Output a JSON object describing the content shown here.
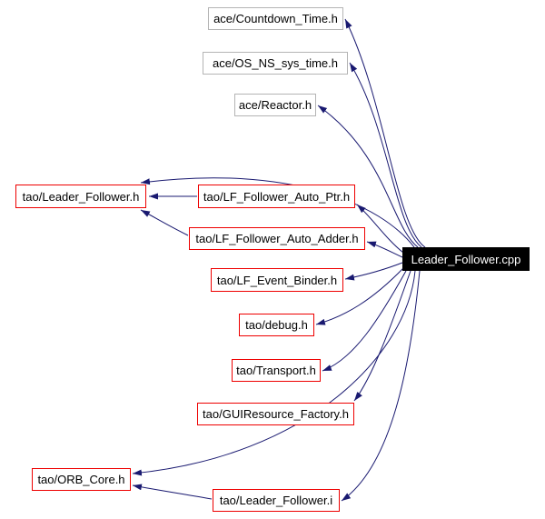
{
  "diagram": {
    "type": "include-dependency-graph",
    "main_file": "Leader_Follower.cpp",
    "colors": {
      "edge": "#191970",
      "internal_border": "#ee0000",
      "external_border": "#b4b4b4",
      "main_fill": "#000000",
      "main_text": "#ffffff",
      "node_text": "#000000",
      "background": "#ffffff"
    }
  },
  "graph": {
    "nodes": [
      {
        "label": "ace/Countdown_Time.h",
        "type": "external"
      },
      {
        "label": "ace/OS_NS_sys_time.h",
        "type": "external"
      },
      {
        "label": "ace/Reactor.h",
        "type": "external"
      },
      {
        "label": "tao/Leader_Follower.h",
        "type": "internal"
      },
      {
        "label": "tao/LF_Follower_Auto_Ptr.h",
        "type": "internal"
      },
      {
        "label": "tao/LF_Follower_Auto_Adder.h",
        "type": "internal"
      },
      {
        "label": "tao/LF_Event_Binder.h",
        "type": "internal"
      },
      {
        "label": "tao/debug.h",
        "type": "internal"
      },
      {
        "label": "tao/Transport.h",
        "type": "internal"
      },
      {
        "label": "tao/GUIResource_Factory.h",
        "type": "internal"
      },
      {
        "label": "tao/ORB_Core.h",
        "type": "internal"
      },
      {
        "label": "tao/Leader_Follower.i",
        "type": "internal"
      },
      {
        "label": "Leader_Follower.cpp",
        "type": "main"
      }
    ],
    "edges": [
      {
        "from": "Leader_Follower.cpp",
        "to": "ace/Countdown_Time.h"
      },
      {
        "from": "Leader_Follower.cpp",
        "to": "ace/OS_NS_sys_time.h"
      },
      {
        "from": "Leader_Follower.cpp",
        "to": "ace/Reactor.h"
      },
      {
        "from": "Leader_Follower.cpp",
        "to": "tao/Leader_Follower.h"
      },
      {
        "from": "Leader_Follower.cpp",
        "to": "tao/LF_Follower_Auto_Ptr.h"
      },
      {
        "from": "Leader_Follower.cpp",
        "to": "tao/LF_Follower_Auto_Adder.h"
      },
      {
        "from": "Leader_Follower.cpp",
        "to": "tao/LF_Event_Binder.h"
      },
      {
        "from": "Leader_Follower.cpp",
        "to": "tao/debug.h"
      },
      {
        "from": "Leader_Follower.cpp",
        "to": "tao/Transport.h"
      },
      {
        "from": "Leader_Follower.cpp",
        "to": "tao/GUIResource_Factory.h"
      },
      {
        "from": "Leader_Follower.cpp",
        "to": "tao/ORB_Core.h"
      },
      {
        "from": "Leader_Follower.cpp",
        "to": "tao/Leader_Follower.i"
      },
      {
        "from": "tao/LF_Follower_Auto_Ptr.h",
        "to": "tao/Leader_Follower.h"
      },
      {
        "from": "tao/LF_Follower_Auto_Adder.h",
        "to": "tao/Leader_Follower.h"
      },
      {
        "from": "tao/Leader_Follower.i",
        "to": "tao/ORB_Core.h"
      }
    ]
  }
}
